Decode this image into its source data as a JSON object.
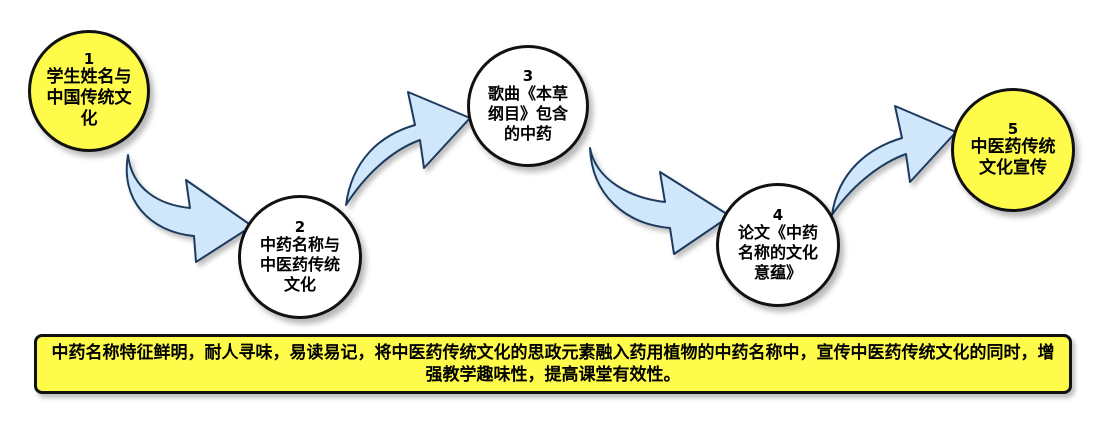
{
  "colors": {
    "node_yellow": "#fffb4a",
    "node_white": "#ffffff",
    "arrow_fill": "#cfe6fb",
    "arrow_stroke": "#1f3a5f",
    "caption_fill": "#fffb4a"
  },
  "nodes": [
    {
      "number": "1",
      "label": "学生姓名与\n中国传统文\n化",
      "fill": "yellow"
    },
    {
      "number": "2",
      "label": "中药名称与\n中医药传统\n文化",
      "fill": "white"
    },
    {
      "number": "3",
      "label": "歌曲《本草\n纲目》包含\n的中药",
      "fill": "white"
    },
    {
      "number": "4",
      "label": "论文《中药\n名称的文化\n意蕴》",
      "fill": "white"
    },
    {
      "number": "5",
      "label": "中医药传统\n文化宣传",
      "fill": "yellow"
    }
  ],
  "caption": "中药名称特征鲜明，耐人寻味，易读易记，将中医药传统文化的思政元素融入药用植物的中药名称中，宣传中医药传统文化的同时，增强教学趣味性，提高课堂有效性。"
}
